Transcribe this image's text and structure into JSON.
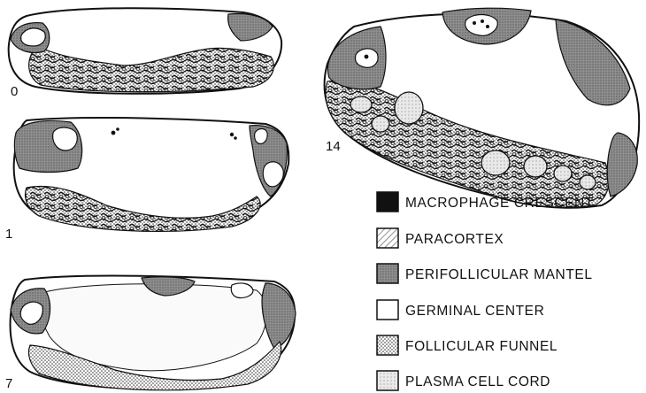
{
  "figure": {
    "panels": [
      {
        "id": "day-0",
        "label": "0"
      },
      {
        "id": "day-1",
        "label": "1"
      },
      {
        "id": "day-7",
        "label": "7"
      },
      {
        "id": "day-14",
        "label": "14"
      }
    ],
    "legend": [
      {
        "key": "macrophage-crescent",
        "label": "MACROPHAGE CRESCENT",
        "pattern": "solid-black"
      },
      {
        "key": "paracortex",
        "label": "PARACORTEX",
        "pattern": "diagonal-hatch"
      },
      {
        "key": "perifollicular-mantel",
        "label": "PERIFOLLICULAR MANTEL",
        "pattern": "dark-stipple"
      },
      {
        "key": "germinal-center",
        "label": "GERMINAL CENTER",
        "pattern": "white"
      },
      {
        "key": "follicular-funnel",
        "label": "FOLLICULAR FUNNEL",
        "pattern": "fine-dots"
      },
      {
        "key": "plasma-cell-cord",
        "label": "PLASMA CELL CORD",
        "pattern": "light-stipple"
      }
    ],
    "colors": {
      "ink": "#111111",
      "mantel": "#9a9a9a",
      "paper": "#ffffff"
    }
  }
}
